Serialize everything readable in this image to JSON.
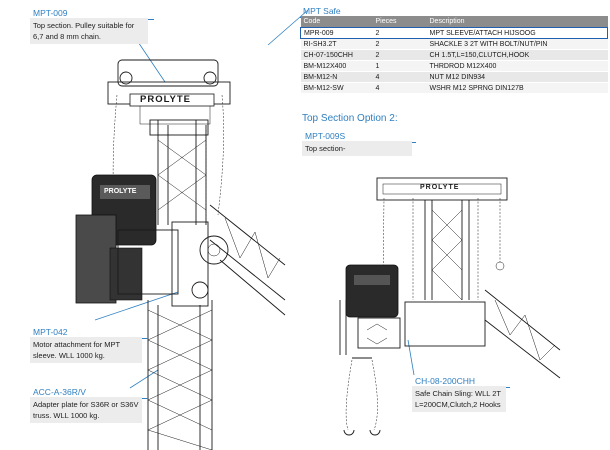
{
  "callouts": {
    "mpt009": {
      "code": "MPT-009",
      "desc": "Top section. Pulley suitable for 6,7 and 8 mm chain."
    },
    "mpt042": {
      "code": "MPT-042",
      "desc": "Motor attachment for MPT sleeve. WLL 1000 kg."
    },
    "acc": {
      "code": "ACC-A-36R/V",
      "desc": "Adapter plate for S36R or S36V truss. WLL 1000 kg."
    },
    "mpt009s": {
      "code": "MPT-009S",
      "desc": "Top section-"
    },
    "chain": {
      "code": "CH-08-200CHH",
      "desc": "Safe Chain Sling: WLL 2T L=200CM,Clutch,2 Hooks"
    }
  },
  "safe_table": {
    "title": "MPT Safe",
    "headers": [
      "Code",
      "Pieces",
      "Description"
    ],
    "rows": [
      [
        "MPR-009",
        "2",
        "MPT SLEEVE/ATTACH HIJSOOG"
      ],
      [
        "RI-SH3.2T",
        "2",
        "SHACKLE 3 2T WITH BOLT/NUT/PIN"
      ],
      [
        "CH-07-150CHH",
        "2",
        "CH 1.5T,L=150,CLUTCH,HOOK"
      ],
      [
        "BM-M12X400",
        "1",
        "THRDROD M12X400"
      ],
      [
        "BM-M12-N",
        "4",
        "NUT M12 DIN934"
      ],
      [
        "BM-M12-SW",
        "4",
        "WSHR M12 SPRNG DIN127B"
      ]
    ]
  },
  "option_title": "Top Section  Option 2:",
  "brand": {
    "left": "PROLYTE",
    "right": "PROLYTE",
    "motor": "PROLYTE"
  },
  "colors": {
    "accent": "#2f7fc1",
    "table_header": "#8c8c8c",
    "highlight_border": "#1f5fae"
  }
}
